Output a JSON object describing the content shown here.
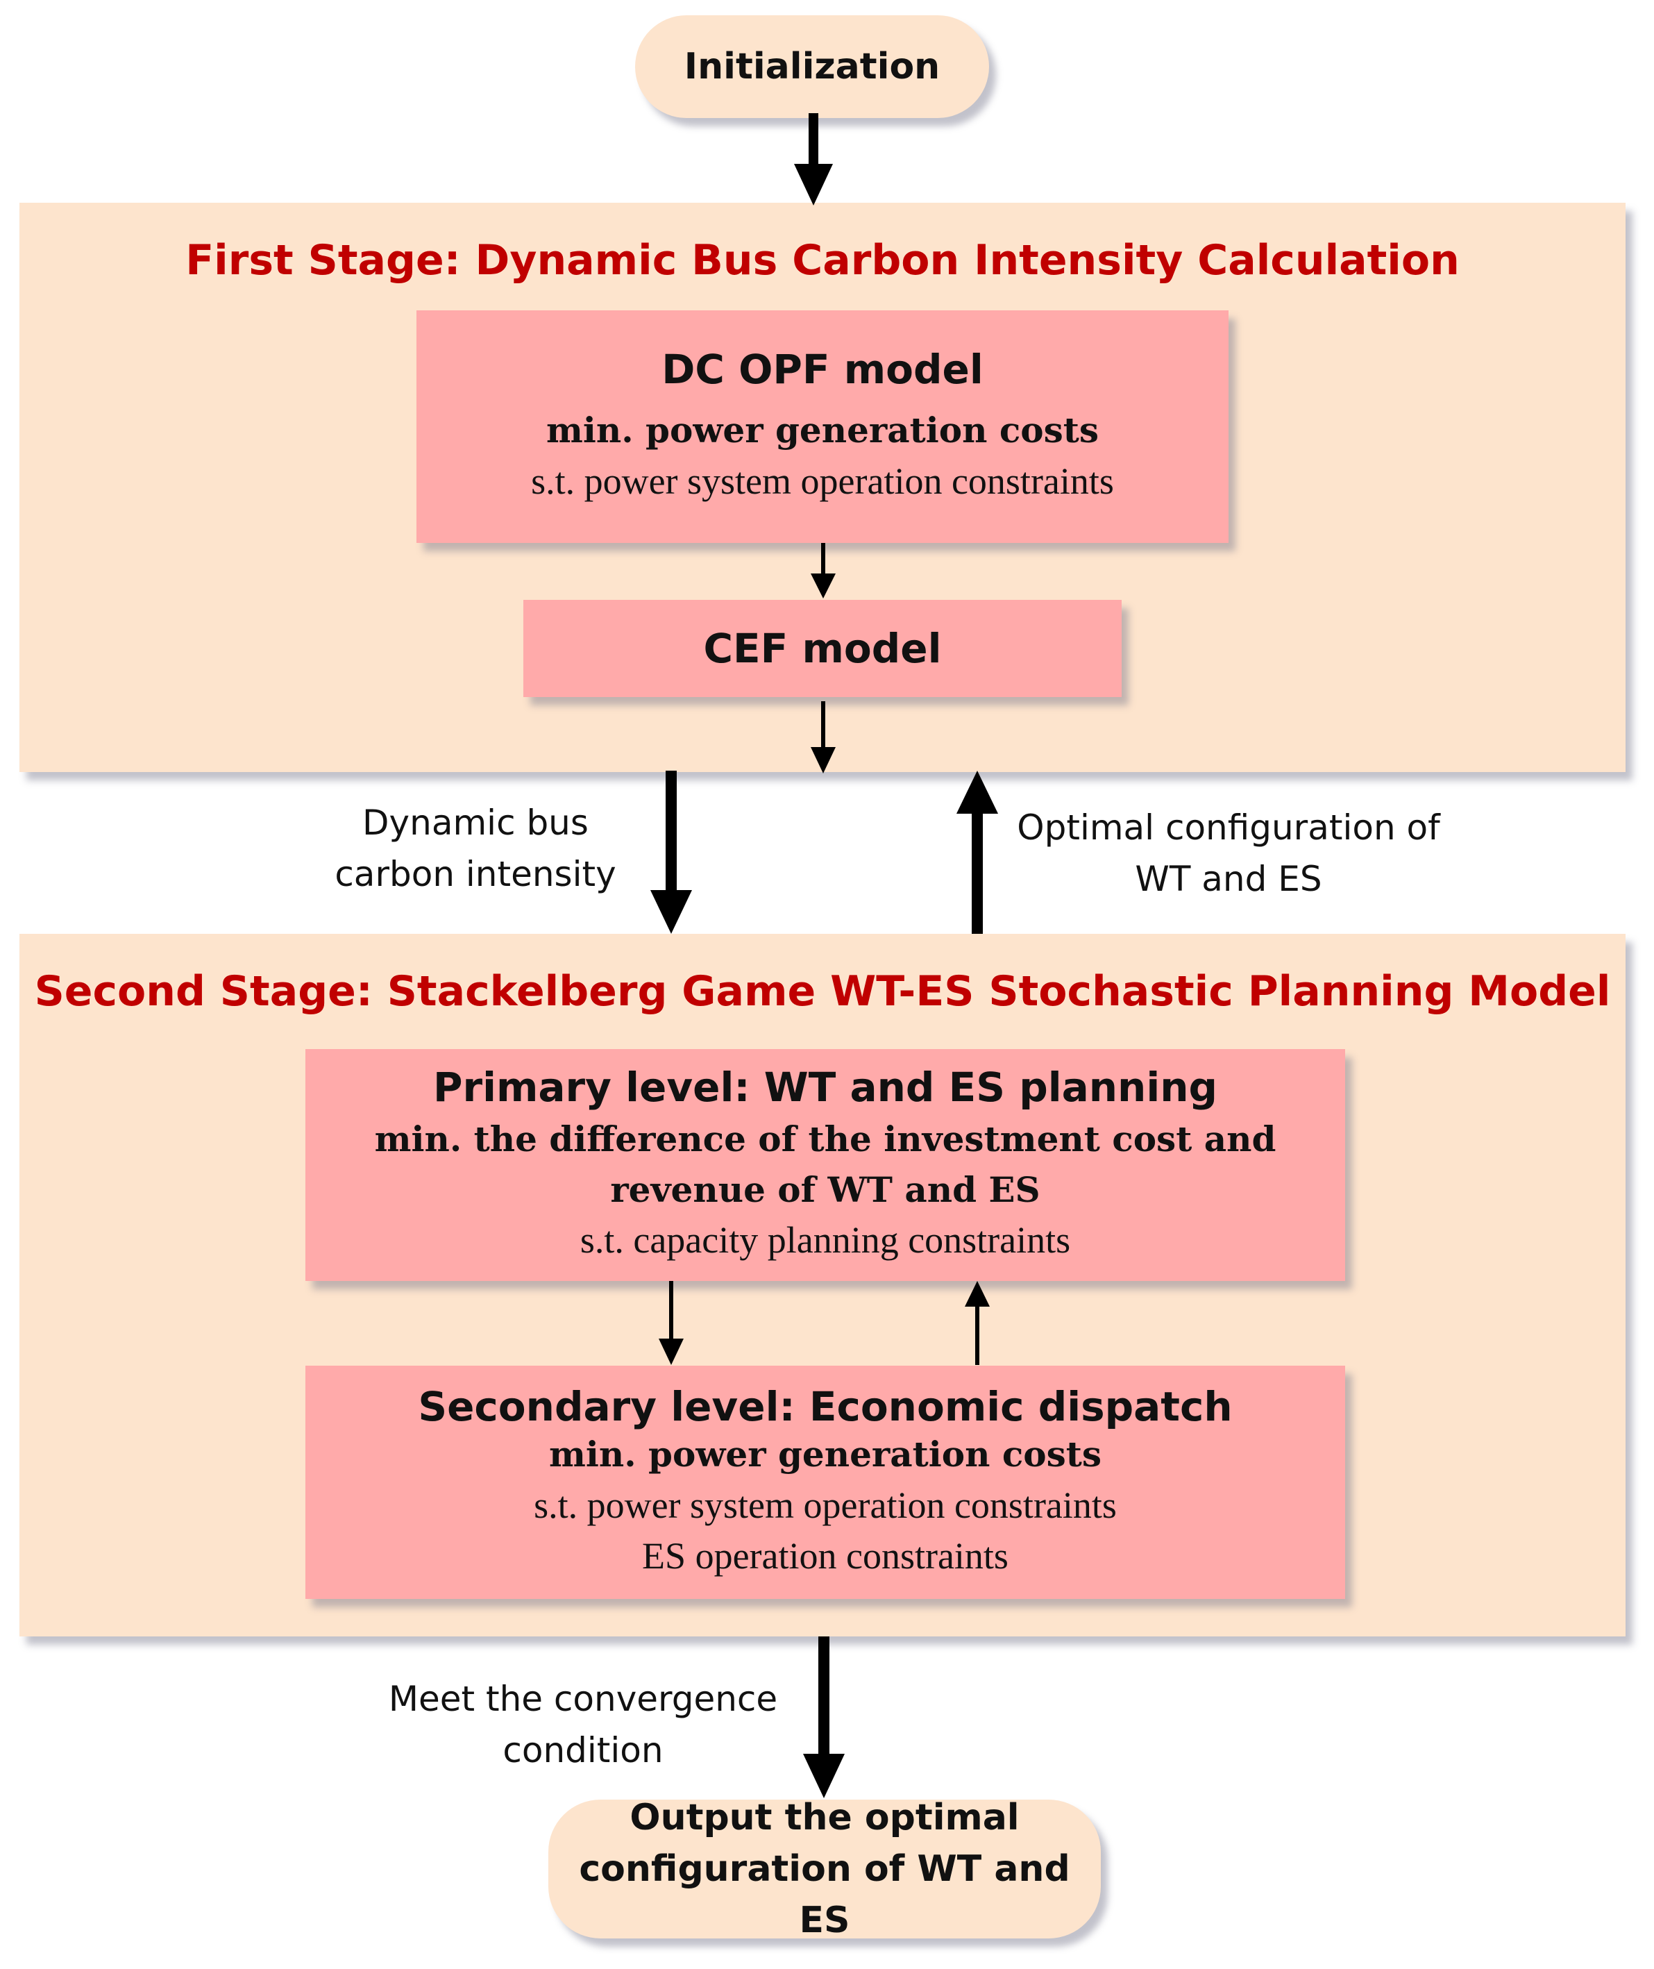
{
  "start": {
    "label": "Initialization"
  },
  "stage1": {
    "title": "First Stage: Dynamic Bus Carbon Intensity Calculation",
    "dc_opf": {
      "title": "DC OPF model",
      "objective": "min.  power generation costs",
      "constraint": "s.t. power system operation constraints"
    },
    "cef": {
      "title": "CEF model"
    }
  },
  "links": {
    "down_label": [
      "Dynamic bus",
      "carbon intensity"
    ],
    "up_label": [
      "Optimal configuration of",
      "WT and ES"
    ]
  },
  "stage2": {
    "title": "Second Stage: Stackelberg Game WT-ES Stochastic Planning Model",
    "primary": {
      "title": "Primary level: WT and ES planning",
      "objective_line1": "min.  the difference of the investment cost and",
      "objective_line2": "revenue of WT and ES",
      "constraint": "s.t. capacity planning constraints"
    },
    "secondary": {
      "title": "Secondary level: Economic dispatch",
      "objective": "min.  power generation costs",
      "constraint1": "s.t. power system operation constraints",
      "constraint2": "ES operation constraints"
    }
  },
  "convergence": {
    "label": [
      "Meet the convergence",
      "condition"
    ]
  },
  "end": {
    "label": [
      "Output the optimal",
      "configuration of WT and ES"
    ]
  },
  "colors": {
    "stage_fill": "#fde4cd",
    "box_fill": "#ffaaaa",
    "title_red": "#c00000",
    "arrow": "#000000"
  }
}
